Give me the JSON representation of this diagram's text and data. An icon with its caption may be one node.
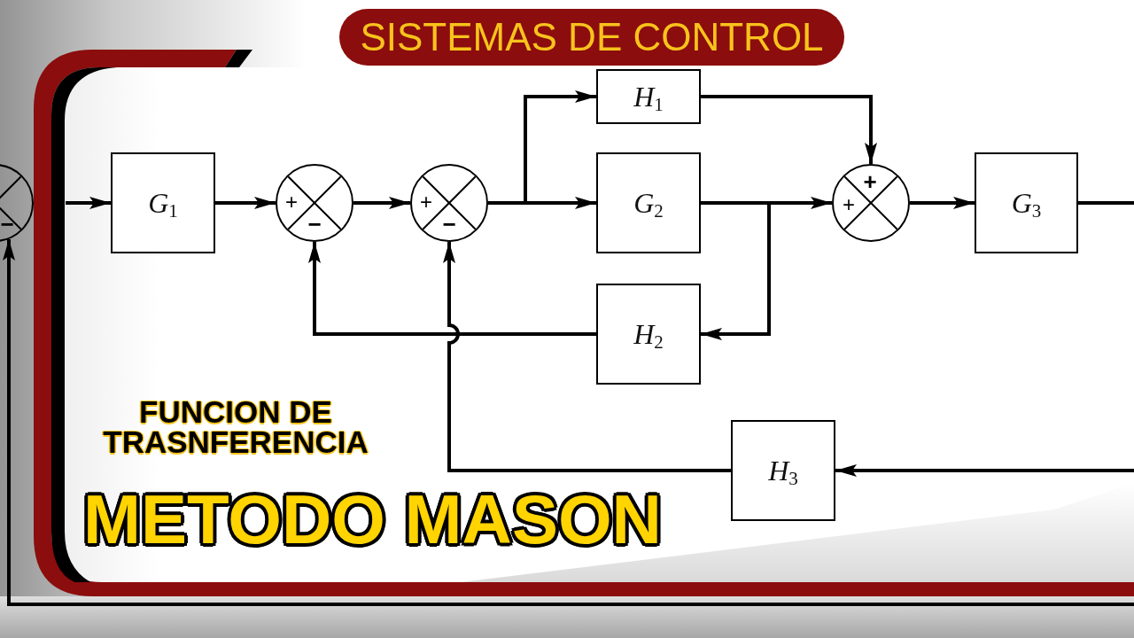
{
  "diagram": {
    "title": "SISTEMAS DE CONTROL",
    "nodes": [
      {
        "text": [
          "−"
        ]
      },
      {
        "text": [
          "G$_{1}$"
        ]
      },
      {
        "text": [
          "+",
          "−"
        ]
      },
      {
        "text": [
          "+",
          "−"
        ]
      },
      {
        "text": [
          "H$_{1}$"
        ]
      },
      {
        "text": [
          "G$_{2}$"
        ]
      },
      {
        "text": [
          "+",
          "+"
        ]
      },
      {
        "text": [
          "G$_{3}$"
        ]
      },
      {
        "text": [
          "H$_{2}$"
        ]
      },
      {
        "text": [
          "H$_{3}$"
        ]
      }
    ],
    "edges": [
      {
        "from": null,
        "to": 1,
        "arrow": "to"
      },
      {
        "from": 1,
        "to": 2,
        "arrow": "to"
      },
      {
        "from": 2,
        "to": 3,
        "arrow": "to"
      },
      {
        "from": 3,
        "to": 4,
        "arrow": "to"
      },
      {
        "from": 3,
        "to": 5,
        "arrow": "to"
      },
      {
        "from": 4,
        "to": 6,
        "arrow": "to"
      },
      {
        "from": 5,
        "to": 6,
        "arrow": "to"
      },
      {
        "from": 5,
        "to": 8,
        "arrow": "to"
      },
      {
        "from": 8,
        "to": 2,
        "arrow": "to"
      },
      {
        "from": 6,
        "to": 7,
        "arrow": "to"
      },
      {
        "from": 7,
        "to": null,
        "arrow": "none"
      },
      {
        "from": null,
        "to": 9,
        "arrow": "to"
      },
      {
        "from": 9,
        "to": 3,
        "arrow": "to"
      },
      {
        "from": null,
        "to": 0,
        "arrow": "to"
      }
    ],
    "labels": [
      "FUNCION DE TRASNFERENCIA",
      "METODO MASON"
    ]
  }
}
